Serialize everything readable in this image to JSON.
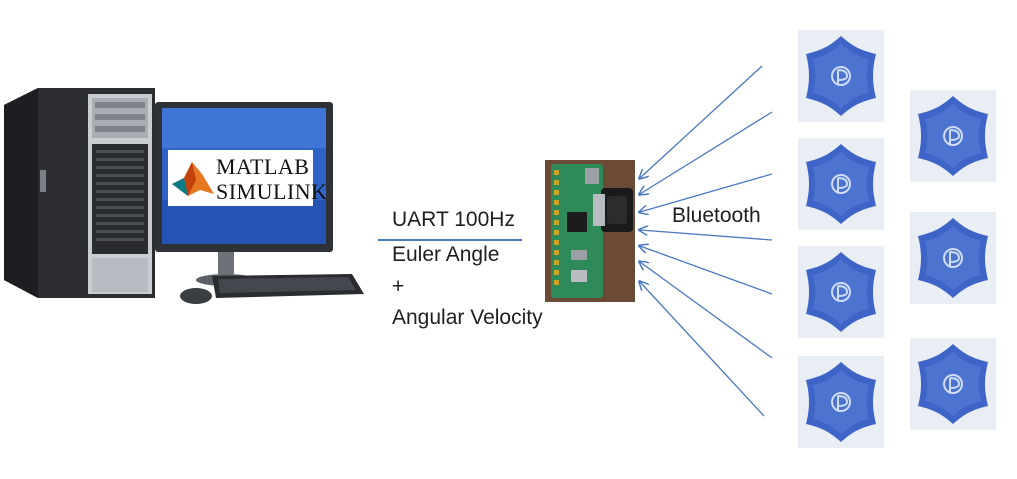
{
  "software": {
    "matlab_label": "MATLAB",
    "simulink_label": "SIMULINK"
  },
  "link": {
    "protocol": "UART 100Hz",
    "payload_line1": "Euler Angle",
    "payload_plus": "+",
    "payload_line2": "Angular Velocity"
  },
  "wireless": {
    "label": "Bluetooth"
  },
  "colors": {
    "arrow": "#4a78c2",
    "sensor_blue": "#3f64c8",
    "board_green": "#2f8a5a"
  },
  "icons": {
    "computer": "desktop-computer-icon",
    "board": "raspberry-pi-zero-icon",
    "sensor": "imu-sensor-icon"
  },
  "sensors_count": 7
}
